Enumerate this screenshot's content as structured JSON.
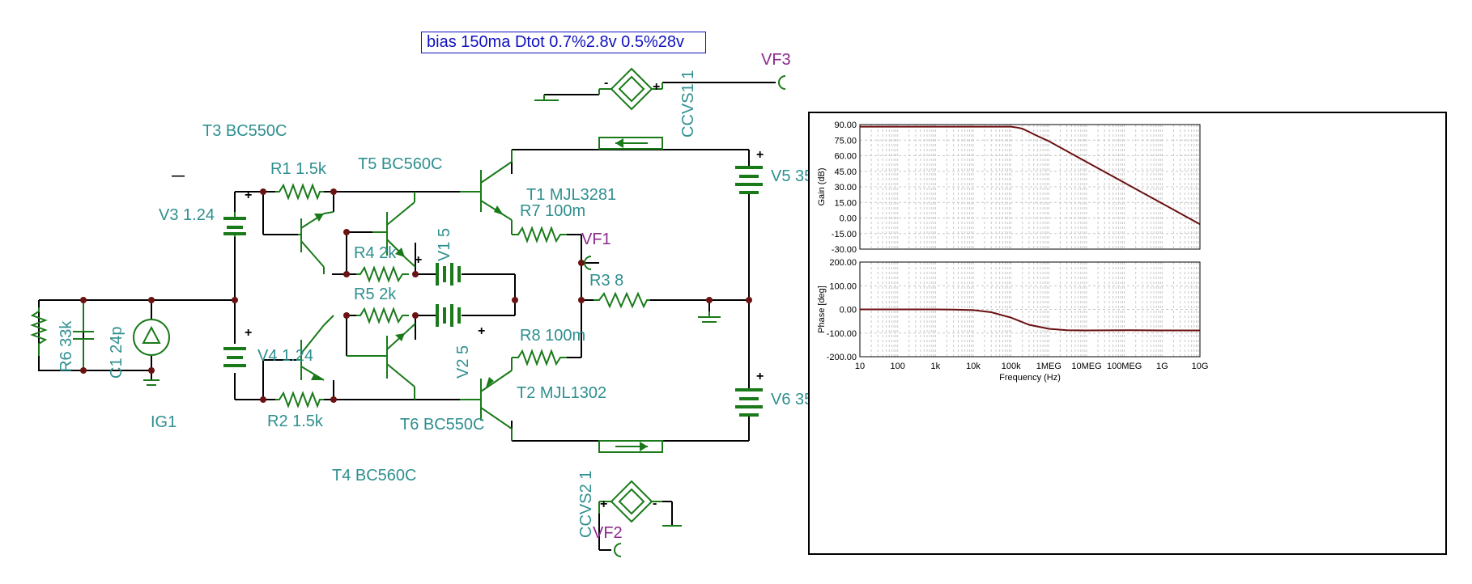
{
  "annotation": "bias 150ma Dtot 0.7%2.8v 0.5%28v",
  "components": {
    "T3": "T3 BC550C",
    "T5": "T5 BC560C",
    "T1": "T1 MJL3281",
    "T2": "T2 MJL1302",
    "T6": "T6 BC550C",
    "T4": "T4 BC560C",
    "R1": "R1 1.5k",
    "R2": "R2 1.5k",
    "R3": "R3 8",
    "R4": "R4 2k",
    "R5": "R5 2k",
    "R6": "R6 33k",
    "R7": "R7 100m",
    "R8": "R8 100m",
    "C1": "C1 24p",
    "V1": "V1 5",
    "V2": "V2 5",
    "V3": "V3 1.24",
    "V4": "V4 1.24",
    "V5": "V5 35",
    "V6": "V6 35",
    "IG1": "IG1",
    "CCVS1": "CCVS1 1",
    "CCVS2": "CCVS2 1",
    "VF1": "VF1",
    "VF2": "VF2",
    "VF3": "VF3"
  },
  "colors": {
    "wire": "#000000",
    "component": "#1a7a1a",
    "label": "#2f8f8f",
    "probe_label": "#8b2a8b",
    "annotation": "#1010c0",
    "curve": "#6b0f0f"
  },
  "chart_data": [
    {
      "type": "line",
      "title": "",
      "xlabel": "Frequency (Hz)",
      "ylabel": "Gain (dB)",
      "xscale": "log",
      "xlim": [
        10,
        10000000000
      ],
      "ylim": [
        -30,
        90
      ],
      "grid": true,
      "yticks": [
        "90.00",
        "75.00",
        "60.00",
        "45.00",
        "30.00",
        "15.00",
        "0.00",
        "-15.00",
        "-30.00"
      ],
      "x": [
        10,
        100,
        1000,
        10000,
        100000,
        150000,
        200000,
        300000,
        500000,
        1000000,
        10000000,
        100000000,
        1000000000,
        10000000000
      ],
      "y": [
        88,
        88,
        88,
        88,
        88,
        87,
        86,
        83,
        79,
        74,
        54,
        34,
        14,
        -6
      ]
    },
    {
      "type": "line",
      "title": "",
      "xlabel": "Frequency (Hz)",
      "ylabel": "Phase [deg]",
      "xscale": "log",
      "xlim": [
        10,
        10000000000
      ],
      "ylim": [
        -200,
        200
      ],
      "grid": true,
      "yticks": [
        "200.00",
        "100.00",
        "0.00",
        "-100.00",
        "-200.00"
      ],
      "xticks": [
        "10",
        "100",
        "1k",
        "10k",
        "100k",
        "1MEG",
        "10MEG",
        "100MEG",
        "1G",
        "10G"
      ],
      "x": [
        10,
        100,
        1000,
        3000,
        10000,
        30000,
        100000,
        300000,
        1000000,
        3000000,
        10000000,
        100000000,
        1000000000,
        10000000000
      ],
      "y": [
        0,
        0,
        0,
        -1,
        -3,
        -12,
        -35,
        -65,
        -82,
        -88,
        -89,
        -88,
        -89,
        -89
      ]
    }
  ]
}
